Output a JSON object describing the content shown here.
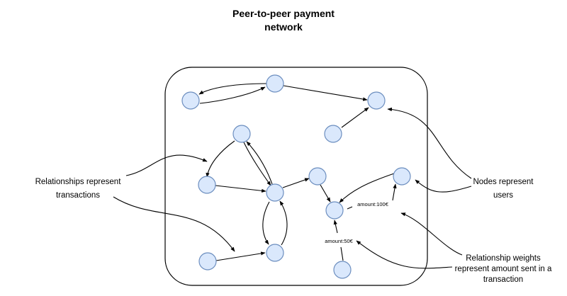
{
  "diagram": {
    "title_line1": "Peer-to-peer payment",
    "title_line2": "network",
    "callouts": {
      "relationships": [
        "Relationships represent",
        "transactions"
      ],
      "nodes": [
        "Nodes represent",
        "users"
      ],
      "weights": [
        "Relationship weights",
        "represent amount sent in a",
        "transaction"
      ]
    },
    "edge_labels": {
      "amount_100": "amount:100€",
      "amount_50": "amount:50€"
    },
    "colors": {
      "node_fill": "#dae8fc",
      "node_stroke": "#6c8ebf",
      "line": "#000000"
    }
  }
}
